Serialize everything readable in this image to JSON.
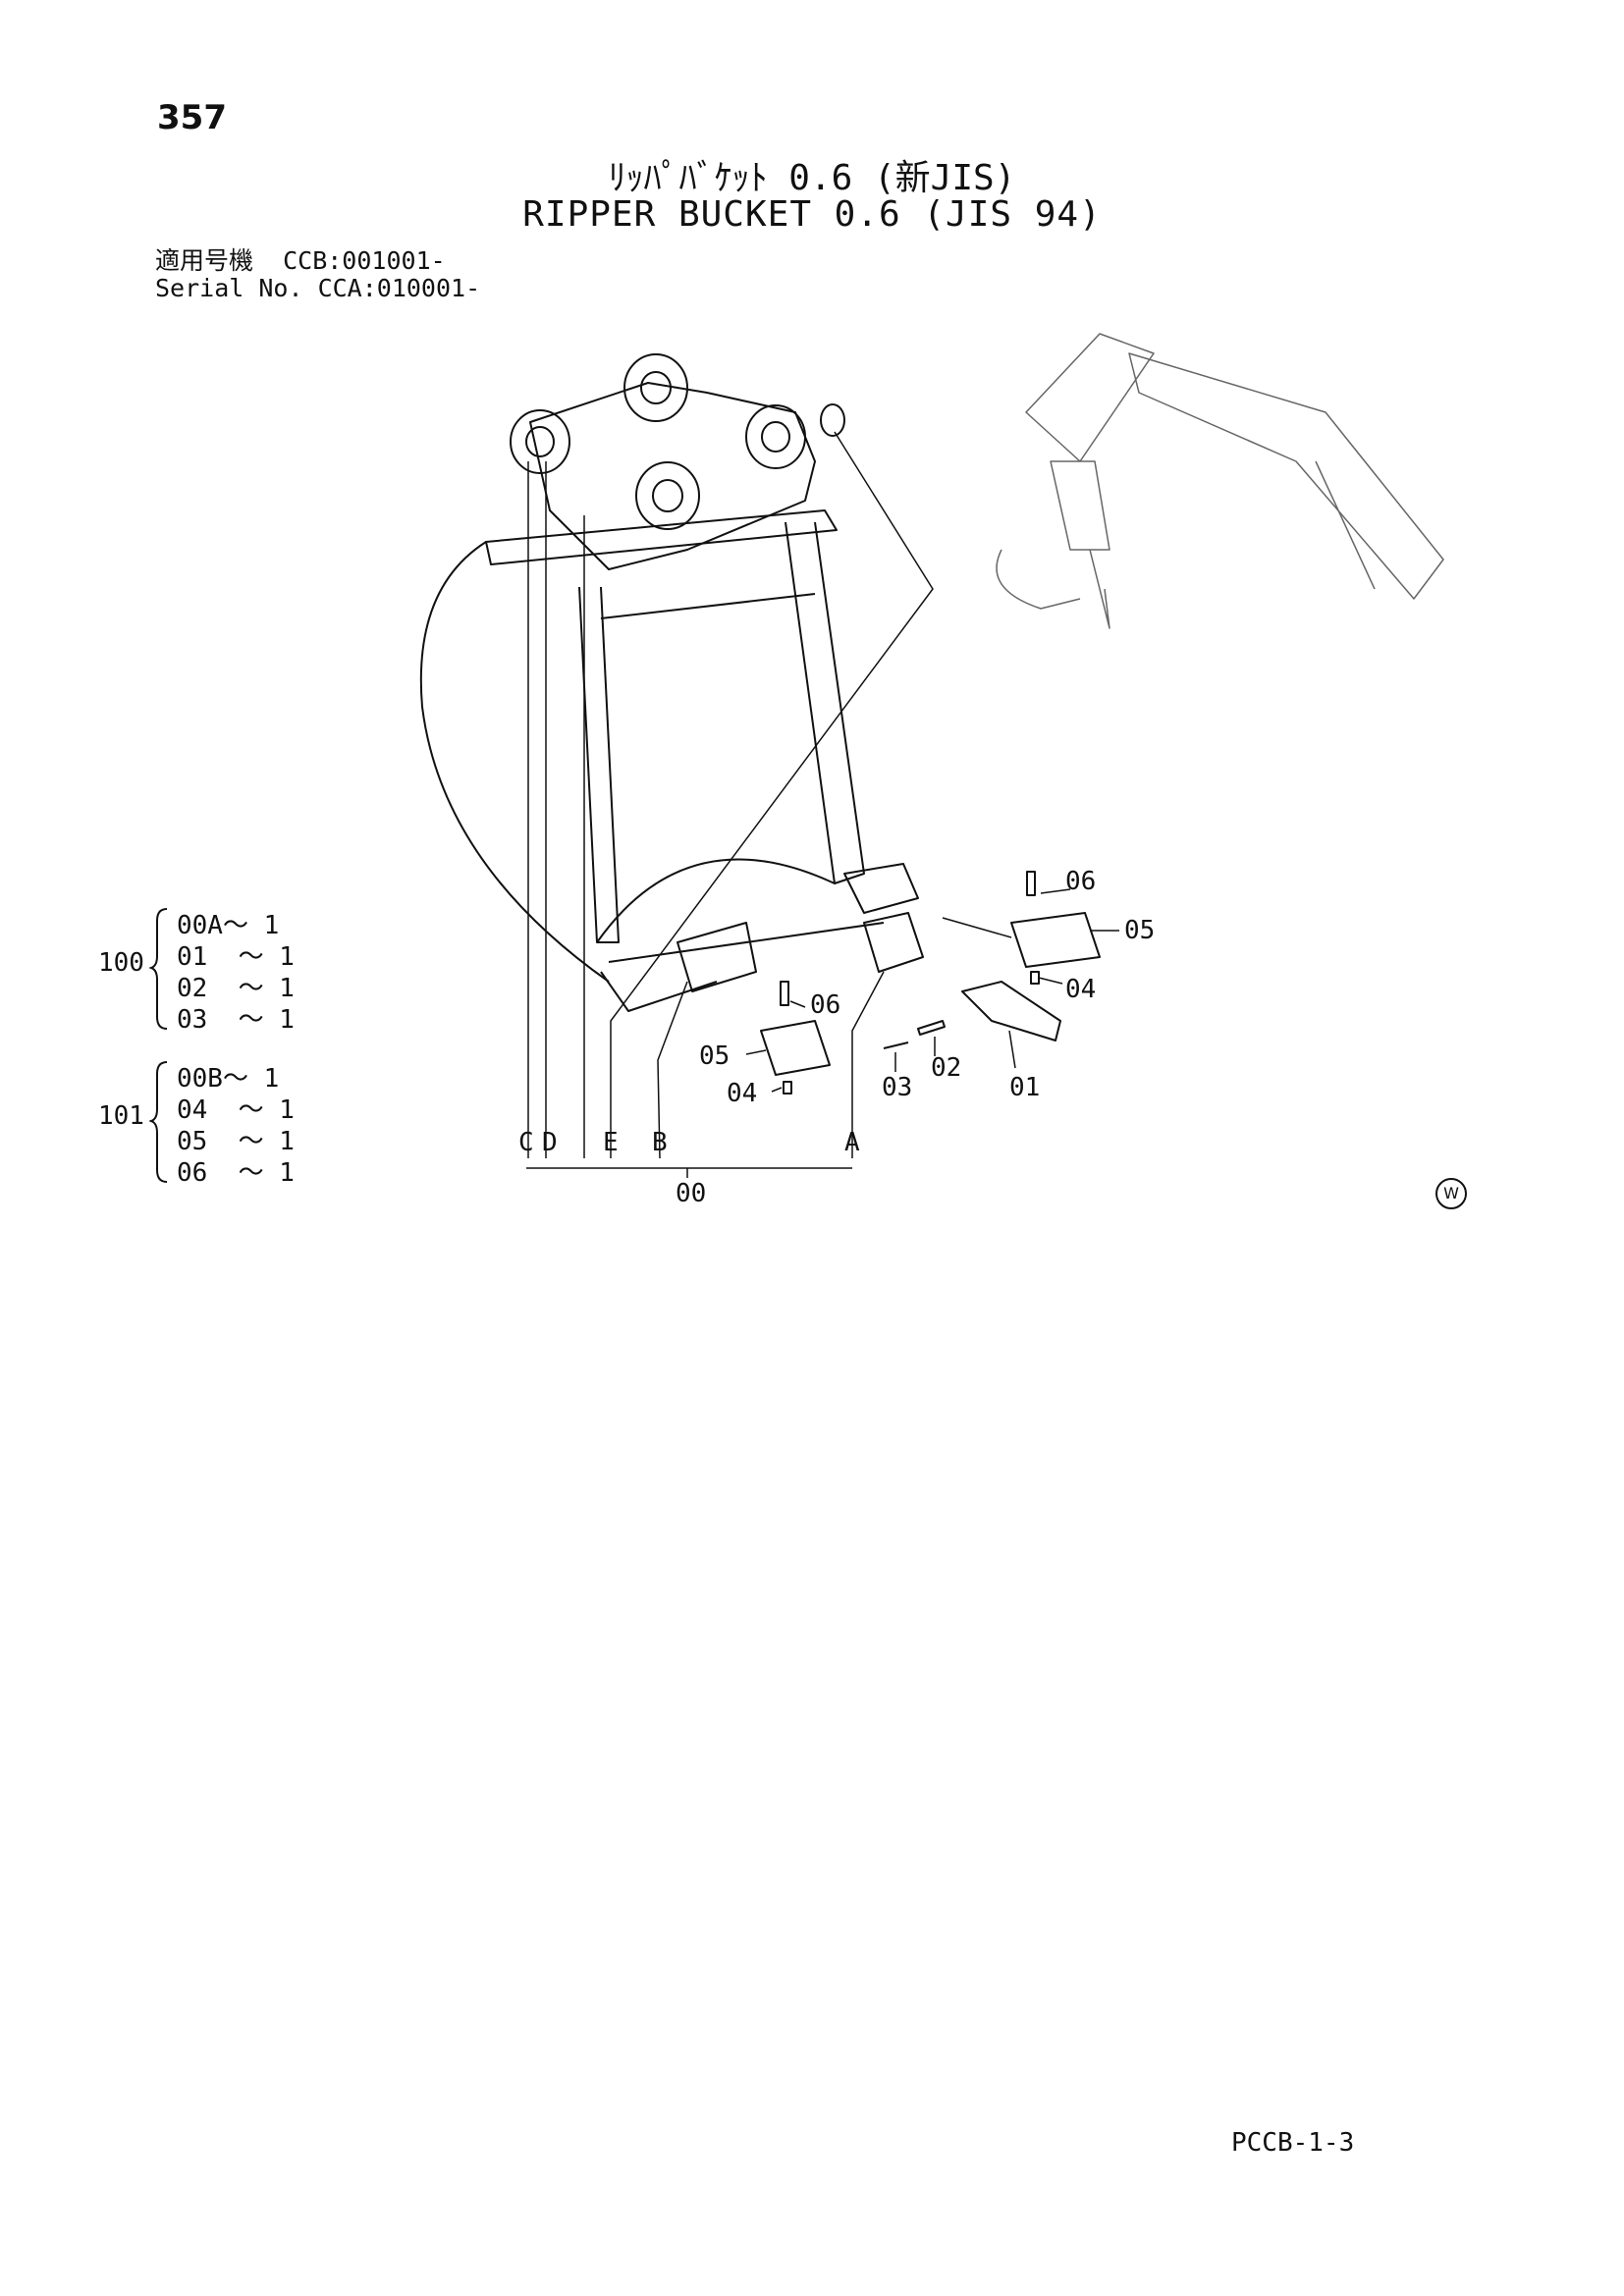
{
  "page": {
    "number": "357",
    "title_jp": "ﾘｯﾊﾟﾊﾞｹｯﾄ 0.6 (新JIS)",
    "title_en": "RIPPER BUCKET 0.6 (JIS 94)",
    "serial_line1": "適用号機  CCB:001001-",
    "serial_line2": "Serial No. CCA:010001-",
    "footer_code": "PCCB-1-3",
    "watermark_symbol": "W"
  },
  "groups": [
    {
      "id": "100",
      "rows": [
        "00A～ 1",
        "01  ～ 1",
        "02  ～ 1",
        "03  ～ 1"
      ]
    },
    {
      "id": "101",
      "rows": [
        "00B～ 1",
        "04  ～ 1",
        "05  ～ 1",
        "06  ～ 1"
      ]
    }
  ],
  "callouts": {
    "c06a": "06",
    "c05a": "05",
    "c04a": "04",
    "c06b": "06",
    "c05b": "05",
    "c04b": "04",
    "c03": "03",
    "c02": "02",
    "c01": "01",
    "cC": "C",
    "cD": "D",
    "cE": "E",
    "cB": "B",
    "cA": "A",
    "c00": "00"
  }
}
